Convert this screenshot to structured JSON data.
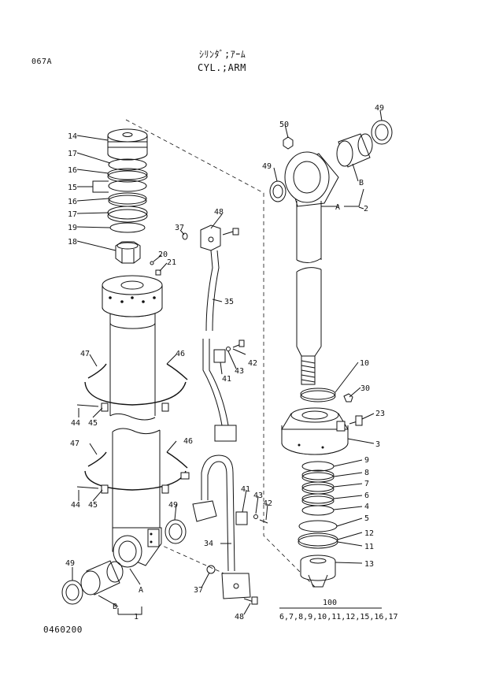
{
  "header": {
    "code": "067A",
    "title_jp": "ｼﾘﾝﾀﾞ;ｱｰﾑ",
    "title_en": "CYL.;ARM"
  },
  "footer": {
    "code": "0460200"
  },
  "callouts": {
    "c14": "14",
    "c17a": "17",
    "c16a": "16",
    "c15": "15",
    "c16b": "16",
    "c17b": "17",
    "c19": "19",
    "c18": "18",
    "c20": "20",
    "c21": "21",
    "c37a": "37",
    "c48a": "48",
    "c35": "35",
    "c47a": "47",
    "c46a": "46",
    "c42a": "42",
    "c43a": "43",
    "c41a": "41",
    "c44a": "44",
    "c45a": "45",
    "c47b": "47",
    "c46b": "46",
    "c44b": "44",
    "c45b": "45",
    "c49a": "49",
    "c49b": "49",
    "cA1": "A",
    "cB1": "B",
    "c1": "1",
    "c37b": "37",
    "c34": "34",
    "c48b": "48",
    "c41b": "41",
    "c43b": "43",
    "c42b": "42",
    "c50": "50",
    "c49c": "49",
    "c49d": "49",
    "cB2": "B",
    "cA2": "A",
    "c2": "2",
    "c10": "10",
    "c30": "30",
    "c23": "23",
    "c3": "3",
    "c9": "9",
    "c8": "8",
    "c7": "7",
    "c6": "6",
    "c4": "4",
    "c5": "5",
    "c12": "12",
    "c11": "11",
    "c13": "13",
    "c100": "100",
    "c_kit": "6,7,8,9,10,11,12,15,16,17"
  }
}
